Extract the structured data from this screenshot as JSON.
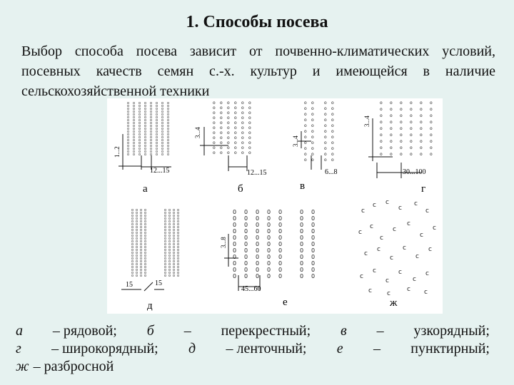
{
  "slide": {
    "title": "1. Способы посева",
    "intro": "Выбор способа посева зависит от почвенно-климатических условий, посевных качеств семян с.-х. культур и имеющейся в наличие сельскохозяйственной техники"
  },
  "figure": {
    "panels": [
      {
        "letter": "а",
        "dims": [
          "1...2",
          "12...15"
        ]
      },
      {
        "letter": "б",
        "dims": [
          "3...4",
          "12...15"
        ]
      },
      {
        "letter": "в",
        "dims": [
          "3...4",
          "6...8"
        ]
      },
      {
        "letter": "г",
        "dims": [
          "3...4",
          "30...100"
        ]
      },
      {
        "letter": "д",
        "dims": [
          "15",
          "15"
        ]
      },
      {
        "letter": "е",
        "dims": [
          "3...8",
          "45...60"
        ]
      },
      {
        "letter": "ж",
        "dims": []
      }
    ]
  },
  "caption": {
    "line1": [
      "а",
      "– рядовой;",
      "б",
      "–",
      "перекрестный;",
      "в",
      "–",
      "узкорядный;"
    ],
    "line2": [
      "г",
      "– широкорядный;",
      "д",
      "– ленточный;",
      "е",
      "–",
      "пунктирный;"
    ],
    "line3": [
      "ж",
      "– разбросной"
    ]
  }
}
